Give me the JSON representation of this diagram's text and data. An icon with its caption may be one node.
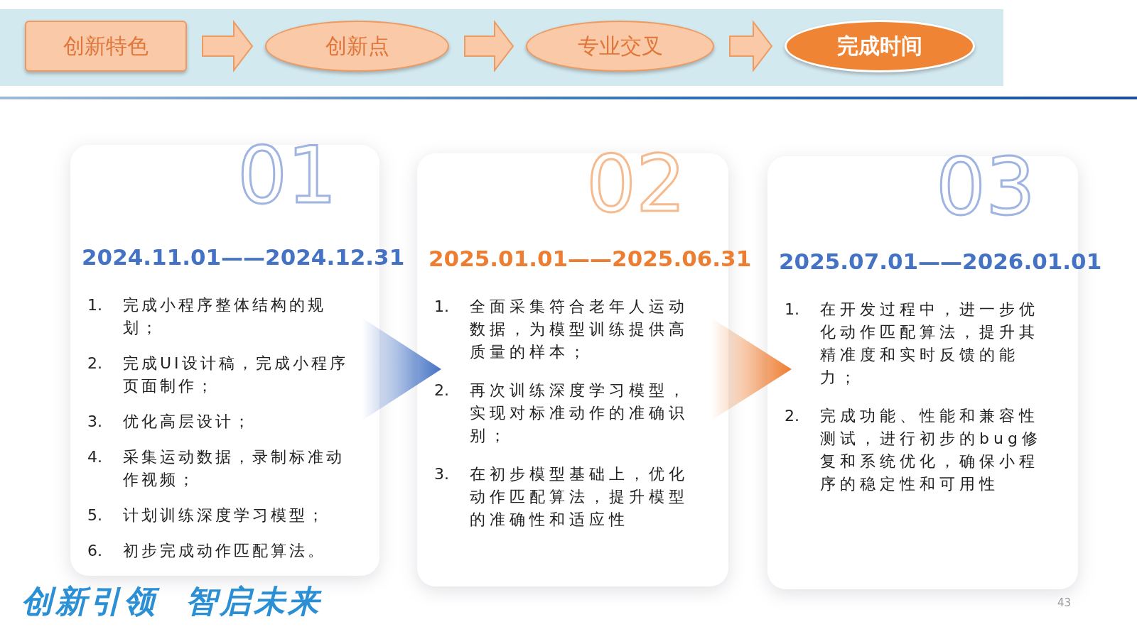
{
  "diagram": {
    "nodes": [
      {
        "text": [
          "创新特色"
        ]
      },
      {
        "text": [
          "创新点"
        ]
      },
      {
        "text": [
          "专业交叉"
        ]
      },
      {
        "text": [
          "完成时间"
        ]
      },
      {
        "text": [
          "01",
          "2024.11.01——2024.12.31",
          "1.",
          "完成小程序整体结构的规划；",
          "2.",
          "完成UI设计稿，完成小程序页面制作；",
          "3.",
          "优化高层设计；",
          "4.",
          "采集运动数据，录制标准动作视频；",
          "5.",
          "计划训练深度学习模型；",
          "6.",
          "初步完成动作匹配算法。"
        ]
      },
      {
        "text": [
          "02",
          "2025.01.01——2025.06.31",
          "1.",
          "全面采集符合老年人运动数据，为模型训练提供高质量的样本；",
          "2.",
          "再次训练深度学习模型，实现对标准动作的准确识别；",
          "3.",
          "在初步模型基础上，优化动作匹配算法，提升模型的准确性和适应性"
        ]
      },
      {
        "text": [
          "03",
          "2025.07.01——2026.01.01",
          "1.",
          "在开发过程中，进一步优化动作匹配算法，提升其精准度和实时反馈的能力；",
          "2.",
          "完成功能、性能和兼容性测试，进行初步的bug修复和系统优化，确保小程序的稳定性和可用性"
        ]
      }
    ],
    "edges": [
      {
        "from": 0,
        "to": 1,
        "arrow": "to"
      },
      {
        "from": 1,
        "to": 2,
        "arrow": "to"
      },
      {
        "from": 2,
        "to": 3,
        "arrow": "to"
      },
      {
        "from": 4,
        "to": 5,
        "arrow": "to",
        "color": "#4472c4"
      },
      {
        "from": 5,
        "to": 6,
        "arrow": "to",
        "color": "#ed7d31"
      }
    ],
    "labels": [
      "创新引领  智启未来",
      "43"
    ]
  }
}
